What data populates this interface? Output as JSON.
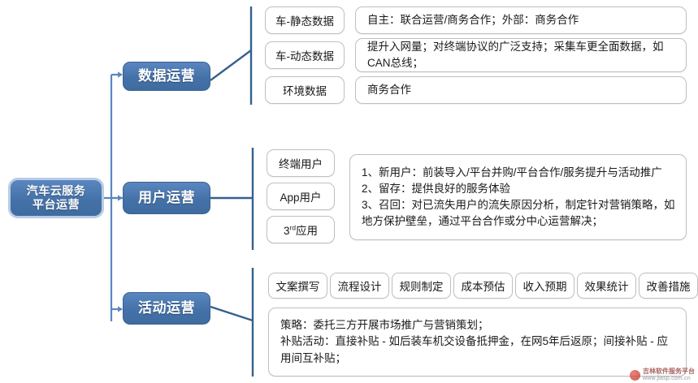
{
  "diagram": {
    "root": {
      "label": "汽车云服务\n平台运营"
    },
    "branches": [
      {
        "id": "data-operations",
        "label": "数据运营",
        "tags": [
          {
            "label": "车-静态数据"
          },
          {
            "label": "车-动态数据"
          },
          {
            "label": "环境数据"
          }
        ],
        "details": [
          {
            "text": "自主：联合运营/商务合作；外部：商务合作"
          },
          {
            "text": "提升入网量；对终端协议的广泛支持；采集车更全面数据，如CAN总线；"
          },
          {
            "text": "商务合作"
          }
        ]
      },
      {
        "id": "user-operations",
        "label": "用户运营",
        "tags": [
          {
            "label": "终端用户"
          },
          {
            "label": "App用户"
          },
          {
            "label": "3rd应用",
            "prefix": "3",
            "sup": "rd",
            "suffix": "应用"
          }
        ],
        "details": [
          {
            "text": "1、新用户：前装导入/平台并购/平台合作/服务提升与活动推广\n2、留存：提供良好的服务体验\n3、召回：对已流失用户的流失原因分析，制定针对营销策略，如地方保护壁垒，通过平台合作或分中心运营解决；"
          }
        ]
      },
      {
        "id": "campaign-operations",
        "label": "活动运营",
        "chips": [
          {
            "label": "文案撰写"
          },
          {
            "label": "流程设计"
          },
          {
            "label": "规则制定"
          },
          {
            "label": "成本预估"
          },
          {
            "label": "收入预期"
          },
          {
            "label": "效果统计"
          },
          {
            "label": "改善措施"
          }
        ],
        "details": [
          {
            "text": "策略：委托三方开展市场推广与营销策划；\n补贴活动：直接补贴 - 如后装车机交设备抵押金，在网5年后返原；间接补贴 - 应用间互补贴；"
          }
        ]
      }
    ]
  },
  "watermark": {
    "title": "吉林软件服务平台",
    "url": "www.jlasp.com.cn"
  },
  "colors": {
    "node_blue": "#4472a8",
    "node_border": "#3a628f",
    "root_outline": "#b8cce4",
    "connector": "#5b86c0",
    "connector_dark": "#35618f",
    "box_border": "#bfbfbf",
    "text_dark": "#1a1a1a"
  }
}
